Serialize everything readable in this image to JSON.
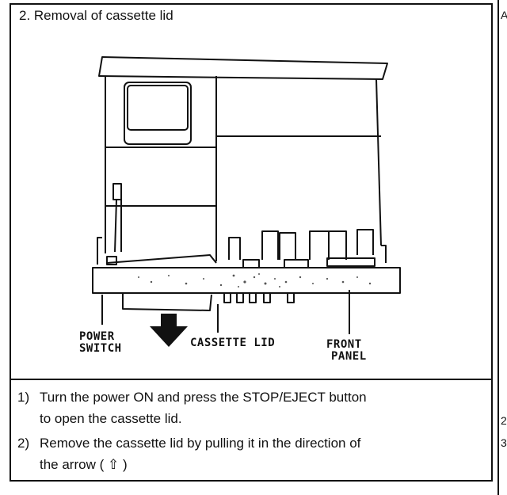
{
  "section": {
    "title": "2. Removal of cassette lid"
  },
  "figure": {
    "labels": {
      "power_switch_line1": "POWER",
      "power_switch_line2": "SWITCH",
      "cassette_lid": "CASSETTE LID",
      "front_panel_line1": "FRONT",
      "front_panel_line2": "PANEL"
    }
  },
  "instructions": [
    {
      "number": "1)",
      "line1": "Turn the power ON and press the STOP/EJECT button",
      "line2": "to open the cassette lid."
    },
    {
      "number": "2)",
      "line1": "Remove the cassette lid by pulling it in the direction of",
      "line2": "the arrow ( ⇧ )"
    }
  ],
  "right_edge_marks": [
    "A",
    "2",
    "3"
  ]
}
